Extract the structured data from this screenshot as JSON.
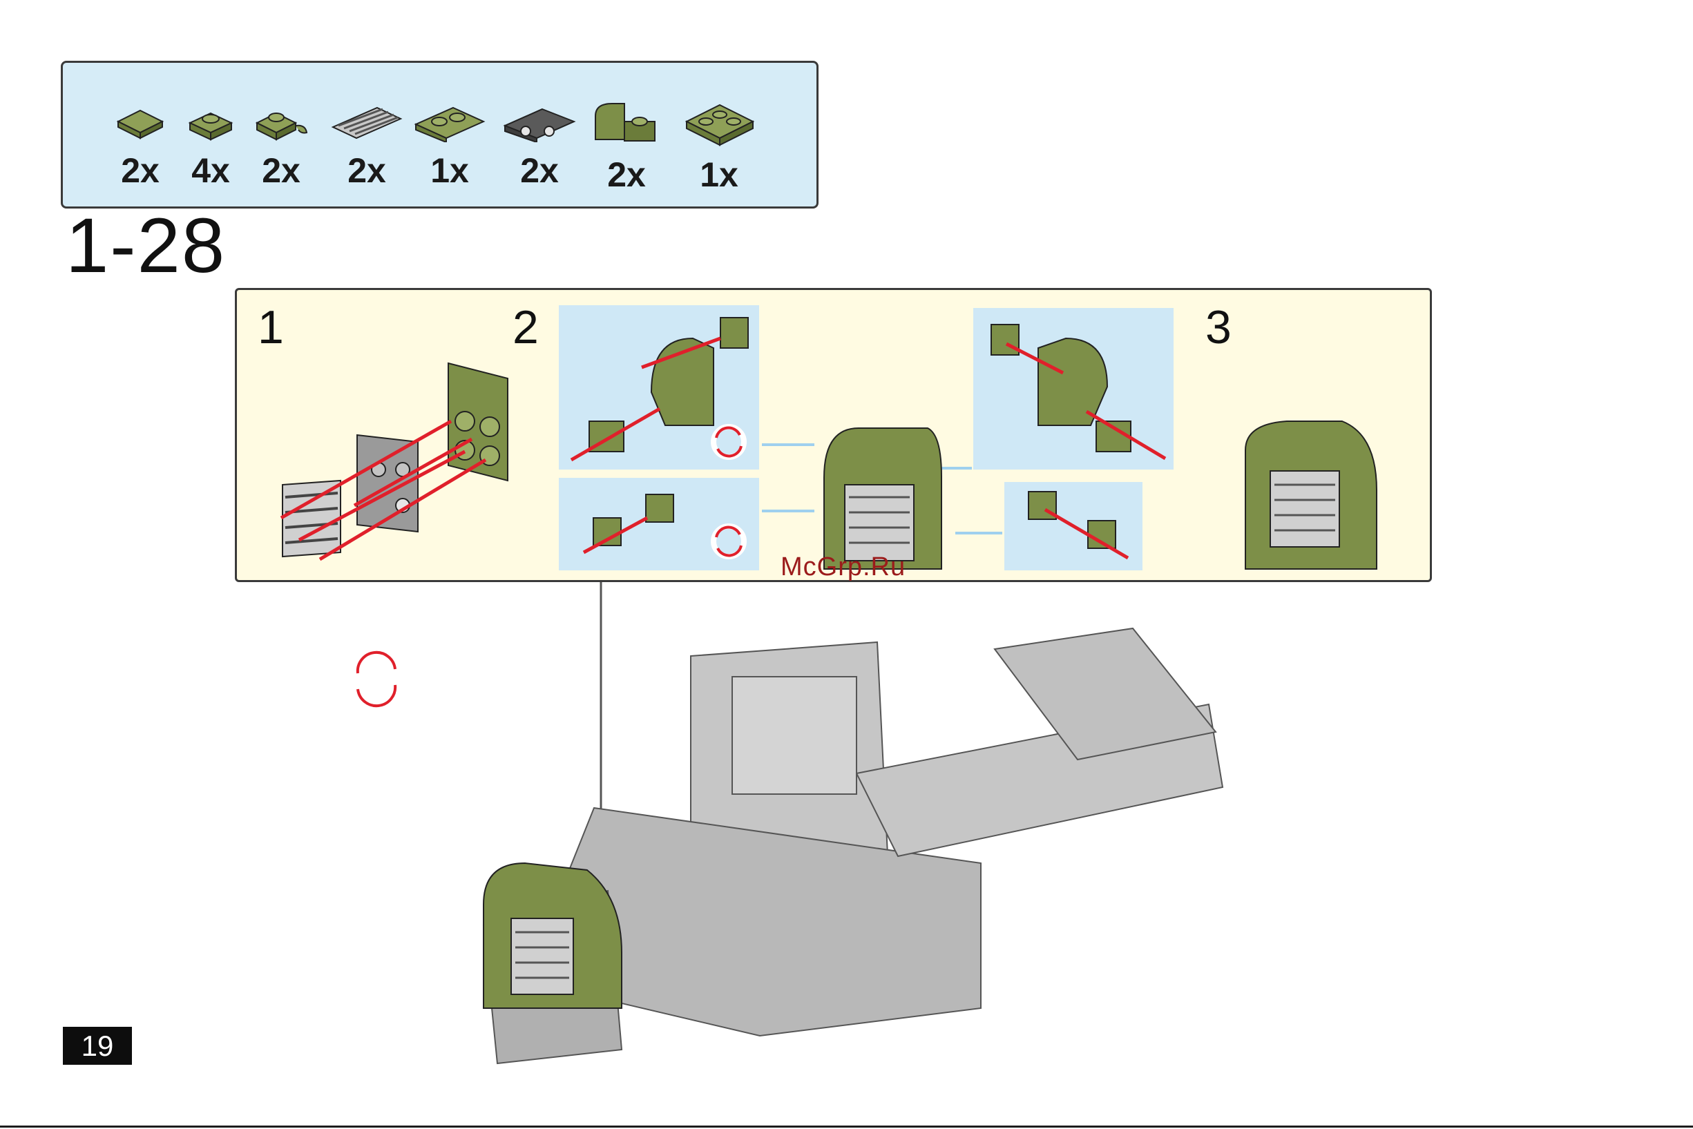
{
  "parts_list": {
    "quantities": [
      "2x",
      "4x",
      "2x",
      "2x",
      "1x",
      "2x",
      "2x",
      "1x"
    ],
    "icons": [
      "green-tile-1x1-icon",
      "green-round-plate-1x1-icon",
      "green-plate-clip-icon",
      "grey-grille-tile-icon",
      "green-plate-1x2-icon",
      "dark-plate-clips-icon",
      "green-curved-slope-icon",
      "green-plate-2x2-icon"
    ]
  },
  "step_number": "1-28",
  "substeps": [
    "1",
    "2",
    "3"
  ],
  "watermark": "McGrp.Ru",
  "page_number": "19",
  "colors": {
    "brick_green": "#7d8f48",
    "brick_grey": "#c6c6c6",
    "arrow_red": "#e0202b",
    "panel_blue": "#cfe8f6",
    "panel_cream": "#fffbe2"
  }
}
